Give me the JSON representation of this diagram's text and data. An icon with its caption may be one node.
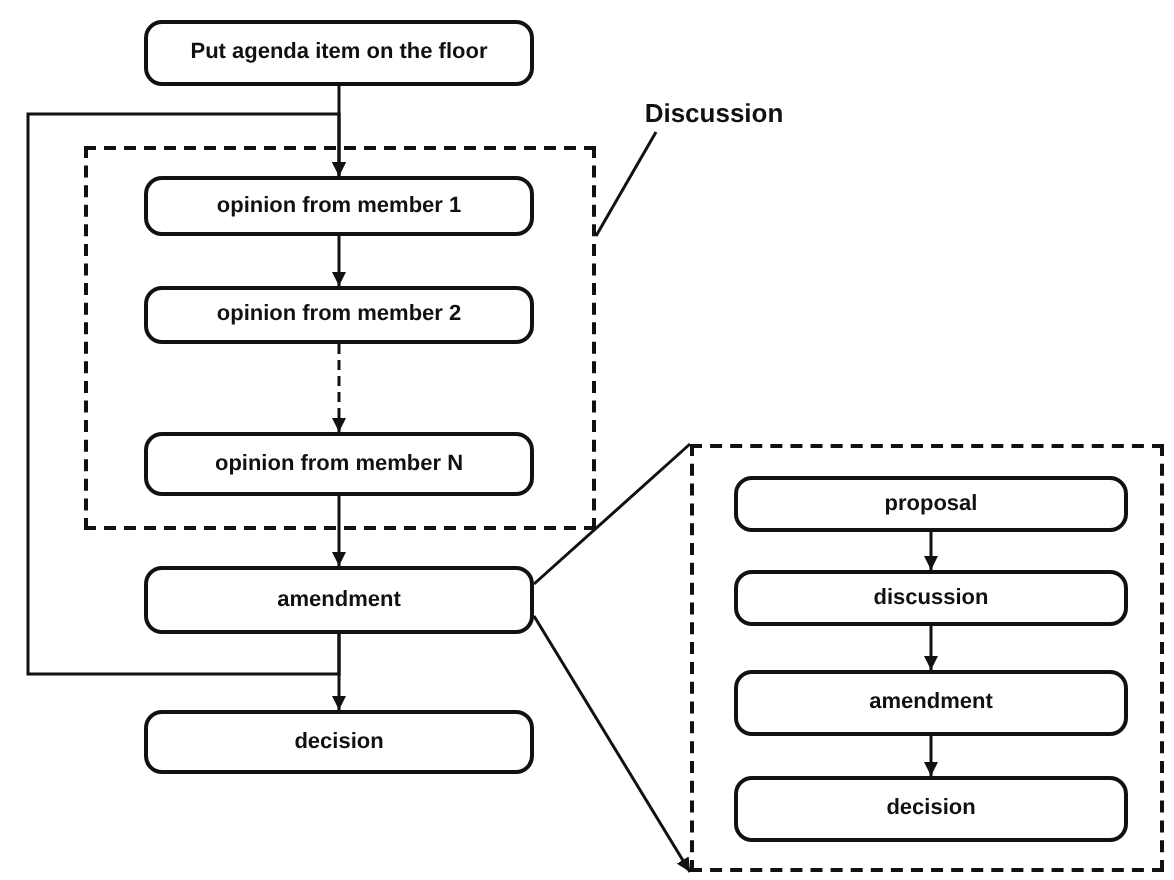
{
  "diagram": {
    "nodes": [
      {
        "text": [
          "Put agenda item on the floor"
        ]
      },
      {
        "text": [],
        "shape": "box"
      },
      {
        "text": [
          "opinion from member 1"
        ],
        "in": 1
      },
      {
        "text": [
          "opinion from member 2"
        ],
        "in": 1
      },
      {
        "text": [
          "opinion from member N"
        ],
        "in": 1
      },
      {
        "text": [
          "amendment"
        ]
      },
      {
        "text": [
          "decision"
        ]
      },
      {
        "text": [],
        "shape": "box"
      },
      {
        "text": [
          "proposal"
        ],
        "in": 7
      },
      {
        "text": [
          "discussion"
        ],
        "in": 7
      },
      {
        "text": [
          "amendment"
        ],
        "in": 7
      },
      {
        "text": [
          "decision"
        ],
        "in": 7
      },
      {
        "text": [
          "Discussion"
        ]
      }
    ],
    "edges": [
      {
        "from": 0,
        "to": 2,
        "arrow": "to"
      },
      {
        "from": 2,
        "to": 3,
        "arrow": "to"
      },
      {
        "from": 3,
        "to": 4,
        "arrow": "to",
        "style": "dashed"
      },
      {
        "from": 4,
        "to": 5,
        "arrow": "to"
      },
      {
        "from": 5,
        "to": 6,
        "arrow": "to"
      },
      {
        "from": 5,
        "to": 2,
        "arrow": "to"
      },
      {
        "from": 5,
        "to": 7,
        "arrow": "none"
      },
      {
        "from": 5,
        "to": 7,
        "arrow": "to"
      },
      {
        "from": 8,
        "to": 9,
        "arrow": "to"
      },
      {
        "from": 9,
        "to": 10,
        "arrow": "to"
      },
      {
        "from": 10,
        "to": 11,
        "arrow": "to"
      },
      {
        "from": 12,
        "to": 1,
        "arrow": "none"
      }
    ]
  }
}
